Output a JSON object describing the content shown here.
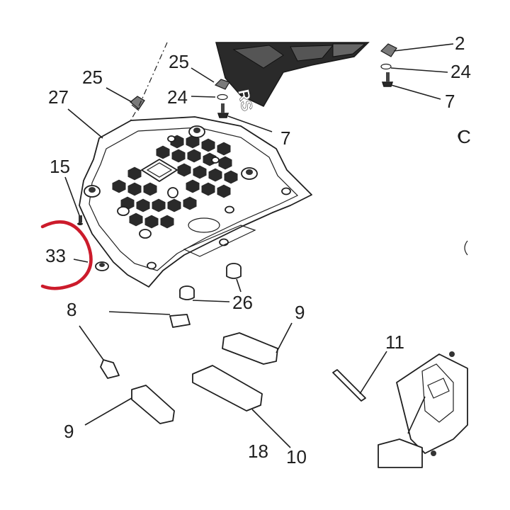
{
  "diagram": {
    "highlight_color": "#cc1b2b",
    "ink_color": "#1f1f1f",
    "callouts": [
      {
        "id": "c25a",
        "text": "25"
      },
      {
        "id": "c27",
        "text": "27"
      },
      {
        "id": "c15",
        "text": "15"
      },
      {
        "id": "c33",
        "text": "33"
      },
      {
        "id": "c25b",
        "text": "25"
      },
      {
        "id": "c24a",
        "text": "24"
      },
      {
        "id": "c7a",
        "text": "7"
      },
      {
        "id": "c2x",
        "text": "2"
      },
      {
        "id": "c24b",
        "text": "24"
      },
      {
        "id": "c7b",
        "text": "7"
      },
      {
        "id": "c26",
        "text": "26"
      },
      {
        "id": "c8",
        "text": "8"
      },
      {
        "id": "c9a",
        "text": "9"
      },
      {
        "id": "c9b",
        "text": "9"
      },
      {
        "id": "c11",
        "text": "11"
      },
      {
        "id": "c18",
        "text": "18"
      },
      {
        "id": "c10",
        "text": "10"
      }
    ],
    "logo_text": "RS"
  }
}
